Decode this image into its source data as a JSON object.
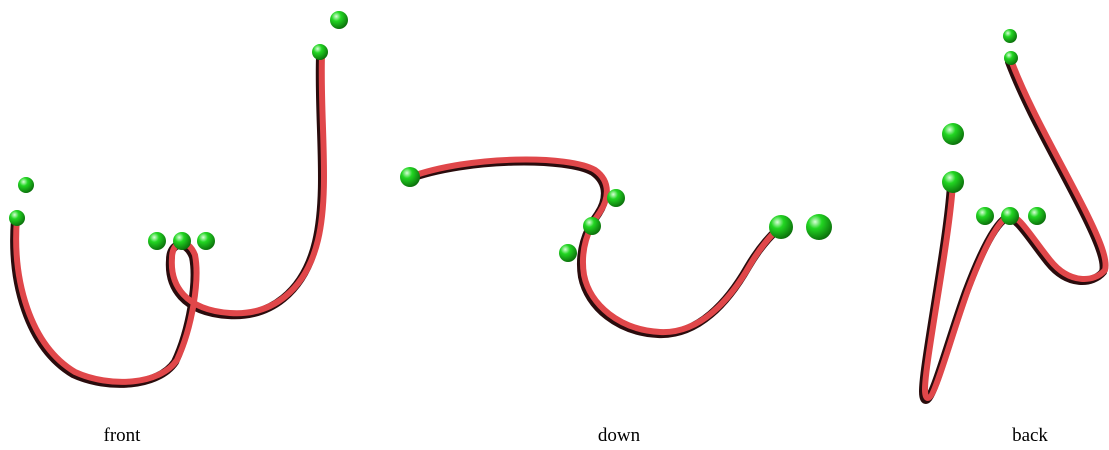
{
  "colors": {
    "curve": "#e0474a",
    "curve_shadow": "#2a0c0d",
    "sphere": "#22d622",
    "sphere_dark": "#0a6a0a",
    "sphere_highlight": "#d8ffd8",
    "background": "#ffffff"
  },
  "panels": [
    {
      "id": "front",
      "caption": "front"
    },
    {
      "id": "down",
      "caption": "down"
    },
    {
      "id": "back",
      "caption": "back"
    }
  ]
}
